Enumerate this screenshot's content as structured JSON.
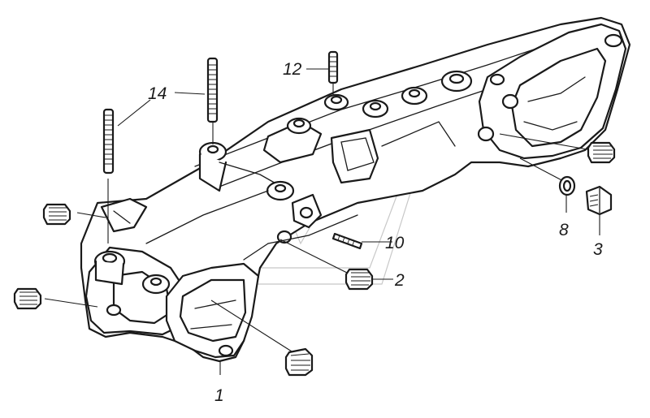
{
  "callouts": {
    "c1": "1",
    "c2": "2",
    "c3": "3",
    "c8": "8",
    "c10": "10",
    "c12": "12",
    "c14": "14"
  }
}
